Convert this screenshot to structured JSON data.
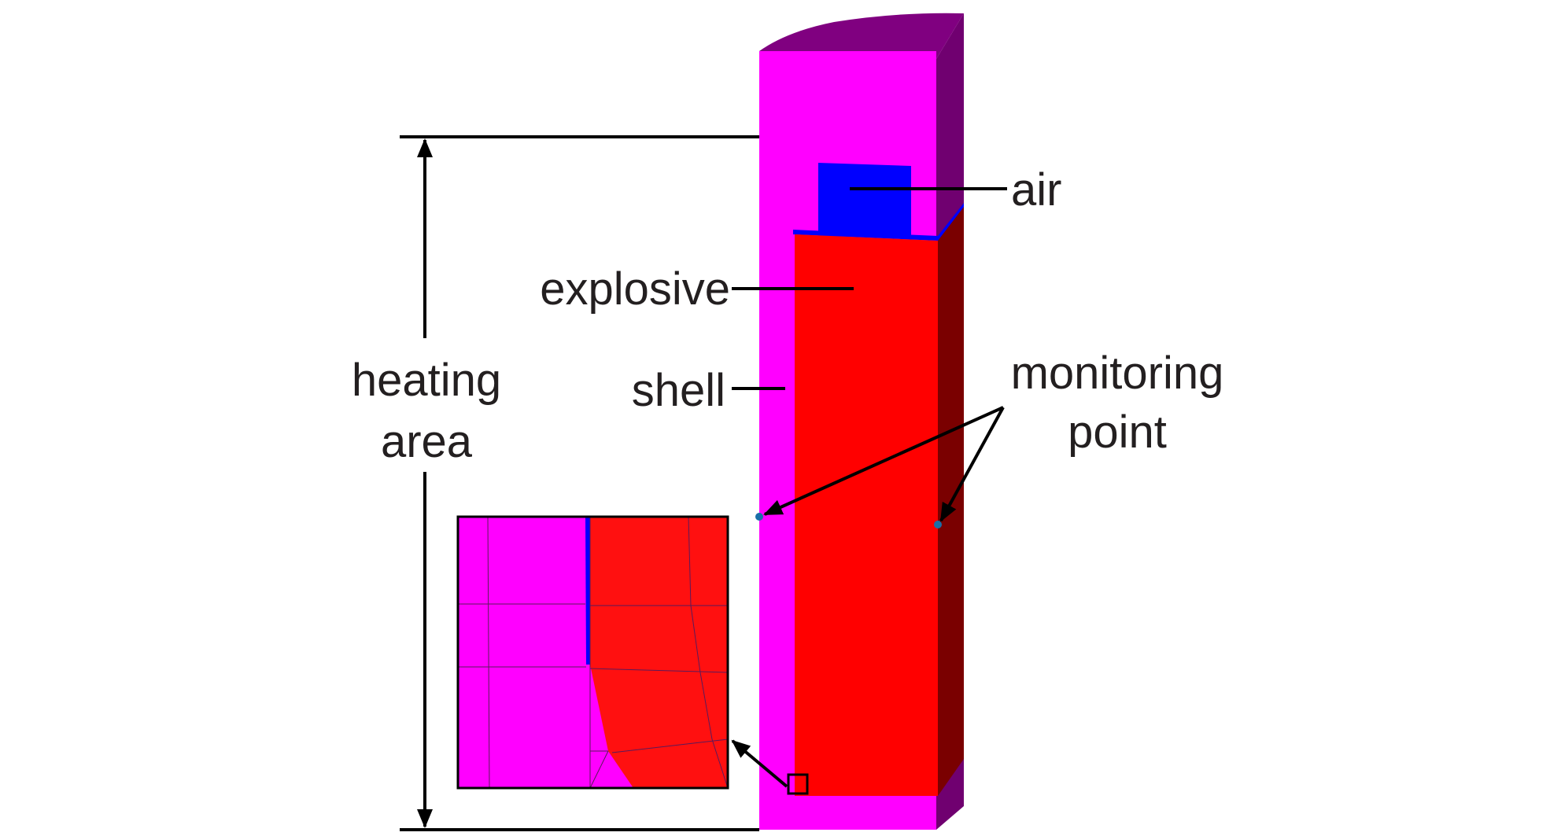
{
  "labels": {
    "air": "air",
    "explosive": "explosive",
    "shell": "shell",
    "heating_line1": "heating",
    "heating_line2": "area",
    "monitoring_line1": "monitoring",
    "monitoring_line2": "point"
  },
  "colors": {
    "shell": "#ff00ff",
    "shell_dark": "#700070",
    "shell_top": "#800080",
    "explosive": "#ff0000",
    "explosive_side": "#7a0000",
    "air": "#0000ff",
    "monitor_point": "#1a6fa8",
    "text": "#231f20",
    "line": "#000000"
  }
}
